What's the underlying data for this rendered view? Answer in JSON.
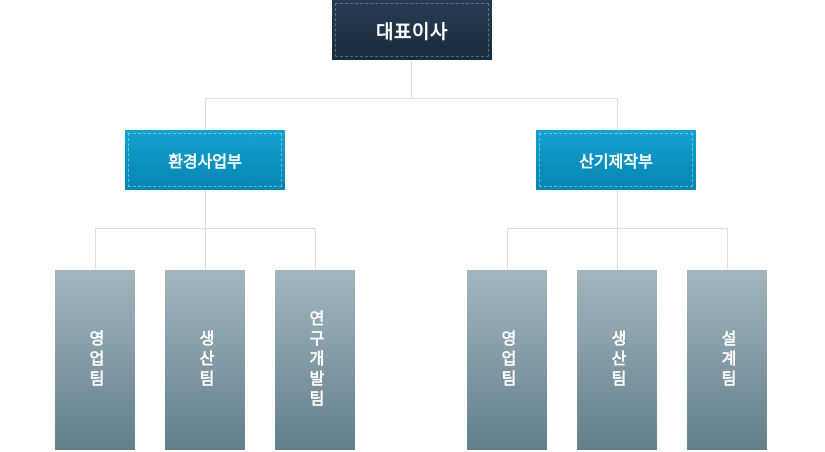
{
  "ceo": {
    "label": "대표이사"
  },
  "divisions": [
    {
      "label": "환경사업부",
      "teams": [
        "영업팀",
        "생산팀",
        "연구개발팀"
      ]
    },
    {
      "label": "산기제작부",
      "teams": [
        "영업팀",
        "생산팀",
        "설계팀"
      ]
    }
  ],
  "colors": {
    "ceo": "#1f3247",
    "division": "#0a93c0",
    "team_top": "#a4b6bf",
    "team_bottom": "#627f8b",
    "connector": "#dddddd"
  }
}
